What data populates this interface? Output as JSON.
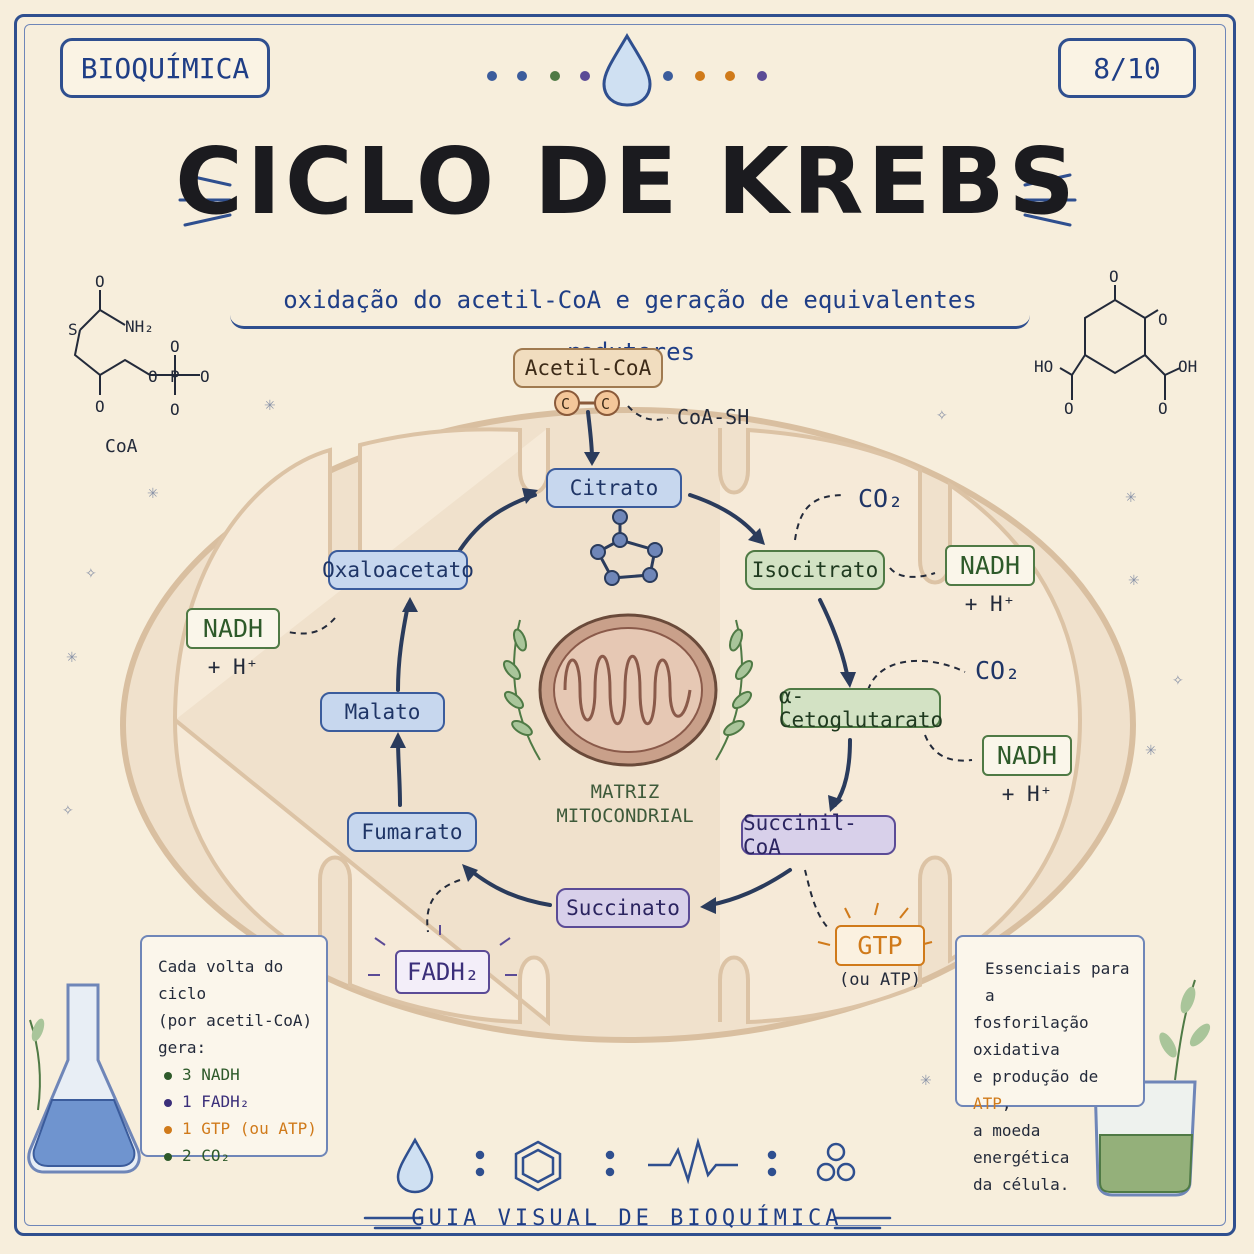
{
  "header": {
    "subject": "BIOQUÍMICA",
    "page": "8/10",
    "title": "CICLO DE KREBS",
    "subtitle": "oxidação do acetil-CoA e geração de equivalentes redutores"
  },
  "diagram": {
    "input": "Acetil-CoA",
    "byproduct": "CoA-SH",
    "intermediates": {
      "citrato": "Citrato",
      "isocitrato": "Isocitrato",
      "cetoglutarato": "α-Cetoglutarato",
      "succinil": "Succinil-CoA",
      "succinato": "Succinato",
      "fumarato": "Fumarato",
      "malato": "Malato",
      "oxaloacetato": "Oxaloacetato"
    },
    "products": {
      "nadh": "NADH",
      "hplus": "+ H⁺",
      "co2": "CO₂",
      "gtp": "GTP",
      "gtp_alt": "(ou ATP)",
      "fadh2": "FADH₂"
    },
    "center_label_1": "MATRIZ",
    "center_label_2": "MITOCONDRIAL",
    "molecule_labels": {
      "coa": "CoA",
      "c_atom": "C",
      "s": "S",
      "nh2": "NH₂",
      "o": "O",
      "p": "P",
      "ho": "HO",
      "oh": "OH"
    }
  },
  "notes": {
    "left_lines": [
      "Cada volta do ciclo",
      "(por acetil-CoA)",
      "gera:"
    ],
    "left_items": [
      {
        "text": "3 NADH",
        "color": "#2e5a2a"
      },
      {
        "text": "1 FADH₂",
        "color": "#3b2f7a"
      },
      {
        "text": "1 GTP (ou ATP)",
        "color": "#d07a1a"
      },
      {
        "text": "2 CO₂",
        "color": "#2e5a2a"
      }
    ],
    "right_line1": "Essenciais para a",
    "right_line2": "fosforilação oxidativa",
    "right_line3a": "e produção de ",
    "right_line3b": "ATP",
    "right_line3c": ",",
    "right_line4": "a moeda energética",
    "right_line5": "da célula."
  },
  "footer": {
    "text": "GUIA VISUAL DE BIOQUÍMICA"
  },
  "colors": {
    "frame": "#2f4f8f",
    "accent_orange": "#d07a1a",
    "green": "#4f7a45",
    "purple": "#5b4b96"
  },
  "icons": [
    "water-drop-icon",
    "benzene-ring-icon",
    "heartbeat-wave-icon",
    "molecule-circles-icon",
    "flask-icon",
    "beaker-icon",
    "leaf-sprig-icon",
    "mitochondrion-icon"
  ]
}
